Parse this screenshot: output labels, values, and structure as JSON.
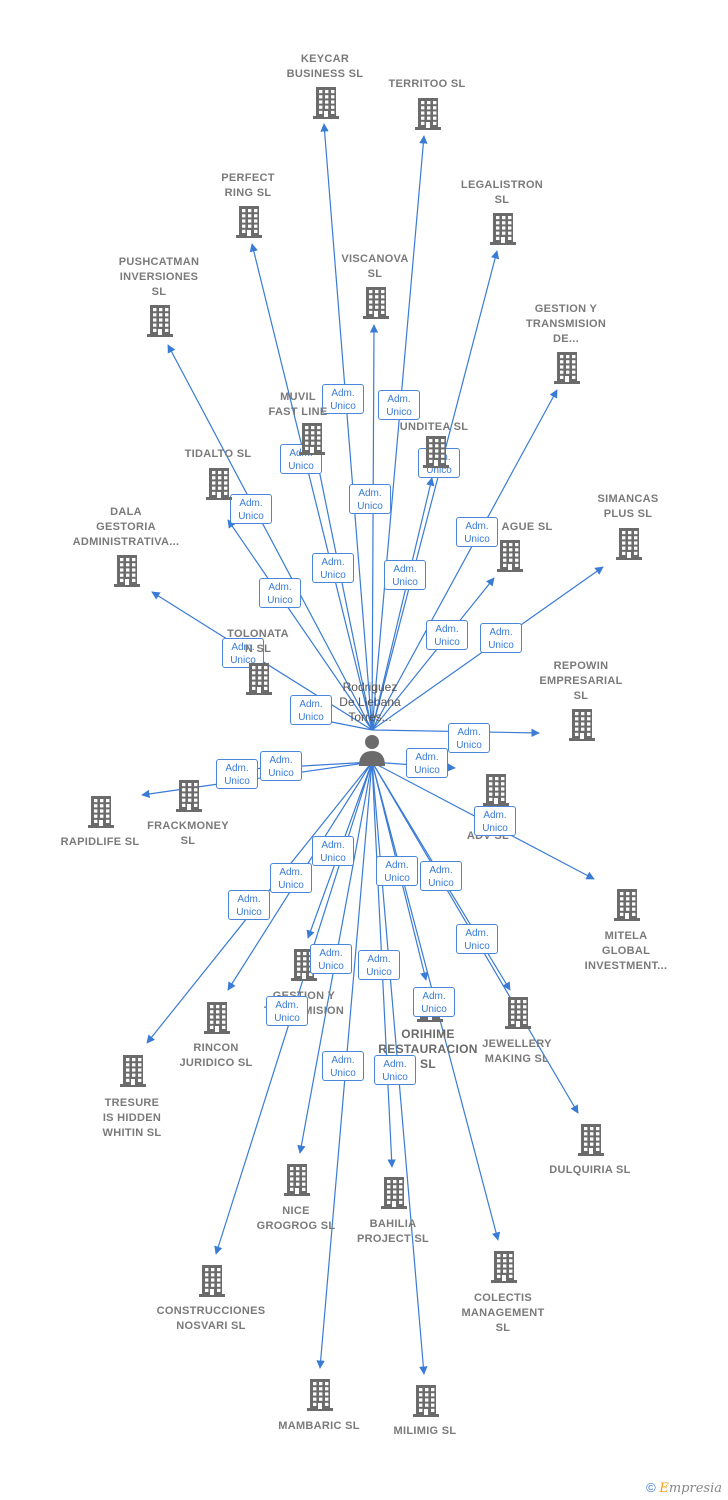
{
  "person": {
    "label": "Rodriguez\nDe Liebana\nTorres..."
  },
  "edge_label": "Adm.\nUnico",
  "colors": {
    "edge": "#3a7bd5",
    "building": "#6b6b6b",
    "label": "#7a7a7a"
  },
  "icons": {
    "company": "building-icon",
    "person": "person-icon"
  },
  "footer": {
    "symbol": "©",
    "brand_e": "E",
    "brand_rest": "mpresia"
  },
  "companies": [
    {
      "id": "keycar",
      "name": "KEYCAR\nBUSINESS SL"
    },
    {
      "id": "territoo",
      "name": "TERRITOO SL"
    },
    {
      "id": "perfect",
      "name": "PERFECT\nRING SL"
    },
    {
      "id": "legalistron",
      "name": "LEGALISTRON\nSL"
    },
    {
      "id": "pushcatman",
      "name": "PUSHCATMAN\nINVERSIONES\nSL"
    },
    {
      "id": "viscanova",
      "name": "VISCANOVA\nSL"
    },
    {
      "id": "gestion1",
      "name": "GESTION Y\nTRANSMISION\nDE..."
    },
    {
      "id": "muvil",
      "name": "MUVIL\nFAST LINE"
    },
    {
      "id": "unditea",
      "name": "UNDITEA SL"
    },
    {
      "id": "tidalto",
      "name": "TIDALTO SL"
    },
    {
      "id": "simancas",
      "name": "SIMANCAS\nPLUS SL"
    },
    {
      "id": "ague",
      "name": "AGUE SL"
    },
    {
      "id": "dala",
      "name": "DALA\nGESTORIA\nADMINISTRATIVA..."
    },
    {
      "id": "tolonata",
      "name": "TOLONATA\nN SL"
    },
    {
      "id": "repowin",
      "name": "REPOWIN\nEMPRESARIAL\nSL"
    },
    {
      "id": "rapidlife",
      "name": "RAPIDLIFE SL"
    },
    {
      "id": "frackmoney",
      "name": "FRACKMONEY\nSL"
    },
    {
      "id": "adv",
      "name": "F\nADV SL"
    },
    {
      "id": "mitela",
      "name": "MITELA\nGLOBAL\nINVESTMENT..."
    },
    {
      "id": "gestion2",
      "name": "GESTION Y\nTRANSMISION"
    },
    {
      "id": "rincon",
      "name": "RINCON\nJURIDICO SL"
    },
    {
      "id": "orihime",
      "name": "ORIHIME\nRESTAURACION\nSL"
    },
    {
      "id": "jewellery",
      "name": "JEWELLERY\nMAKING SL"
    },
    {
      "id": "tresure",
      "name": "TRESURE\nIS HIDDEN\nWHITIN SL"
    },
    {
      "id": "dulquiria",
      "name": "DULQUIRIA SL"
    },
    {
      "id": "nice",
      "name": "NICE\nGROGROG SL"
    },
    {
      "id": "bahilia",
      "name": "BAHILIA\nPROJECT SL"
    },
    {
      "id": "colectis",
      "name": "COLECTIS\nMANAGEMENT\nSL"
    },
    {
      "id": "construcciones",
      "name": "CONSTRUCCIONES\nNOSVARI SL"
    },
    {
      "id": "mambaric",
      "name": "MAMBARIC SL"
    },
    {
      "id": "milimig",
      "name": "MILIMIG SL"
    }
  ]
}
